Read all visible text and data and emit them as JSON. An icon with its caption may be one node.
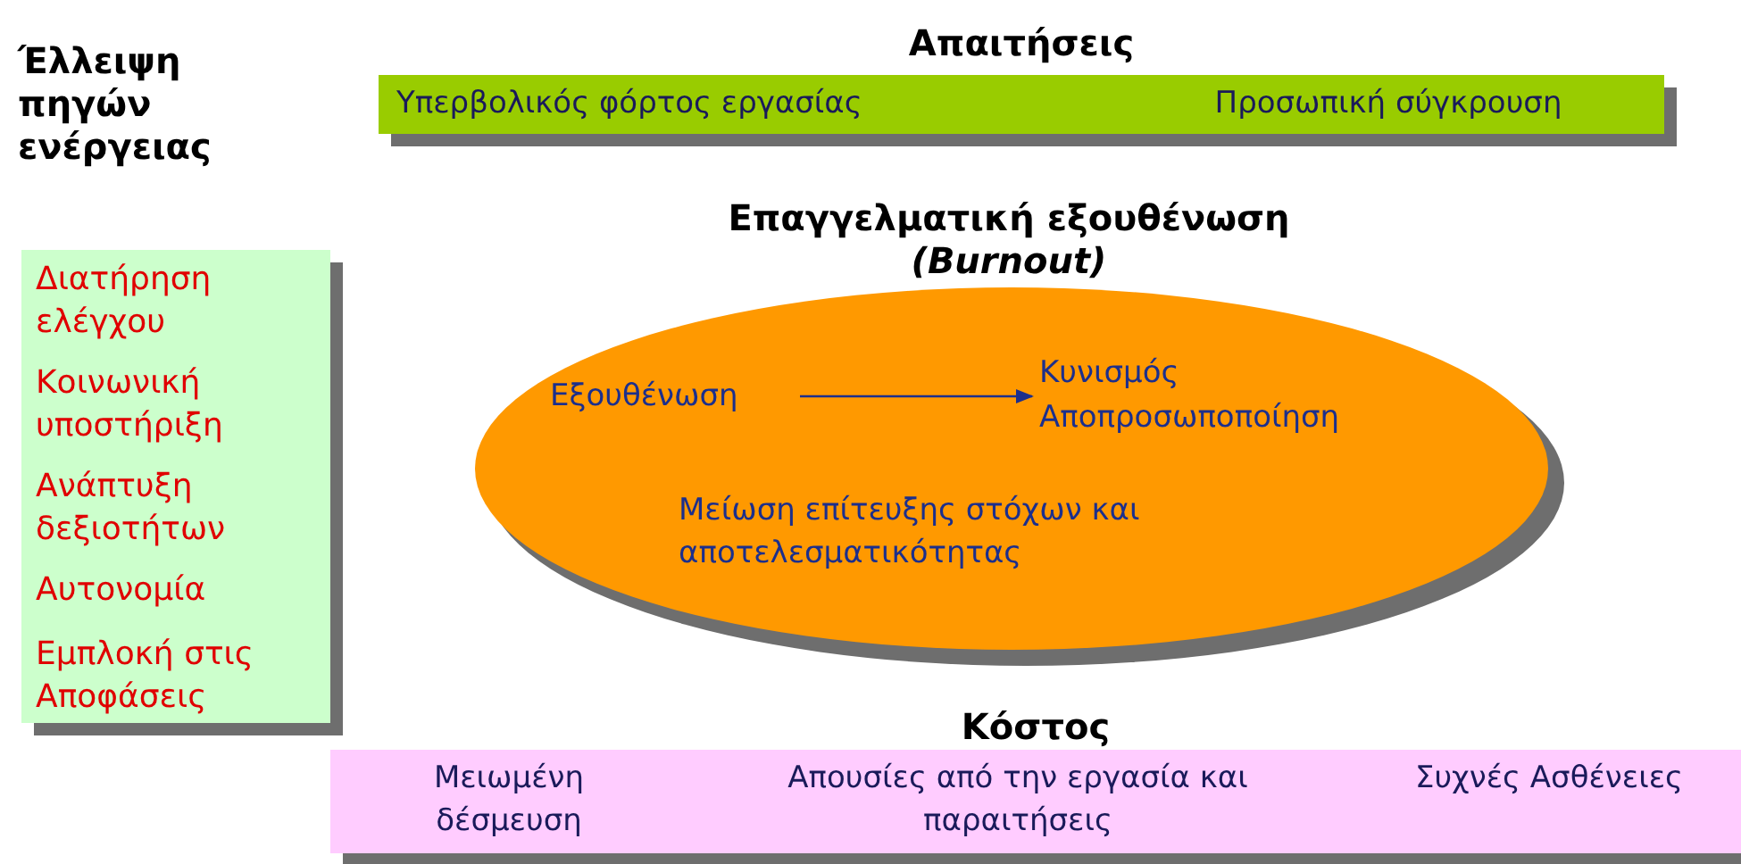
{
  "diagram": {
    "nodes": [
      {
        "text": [
          "Απαιτήσεις",
          "Υπερβολικός φόρτος εργασίας",
          "Προσωπική σύγκρουση"
        ]
      },
      {
        "text": [
          "Έλλειψη πηγών ενέργειας",
          "Διατήρηση ελέγχου",
          "Κοινωνική υποστήριξη",
          "Ανάπτυξη δεξιοτήτων",
          "Αυτονομία",
          "Εμπλοκή στις Αποφάσεις"
        ]
      },
      {
        "text": [
          "Επαγγελματική εξουθένωση",
          "(Burnout)"
        ]
      },
      {
        "text": [
          "Εξουθένωση"
        ],
        "in": 2
      },
      {
        "text": [
          "Κυνισμός",
          "Αποπροσωποποίηση"
        ],
        "in": 2
      },
      {
        "text": [
          "Μείωση επίτευξης στόχων και αποτελεσματικότητας"
        ],
        "in": 2
      },
      {
        "text": [
          "Κόστος",
          "Μειωμένη δέσμευση",
          "Απουσίες από την εργασία και παραιτήσεις",
          "Συχνές Ασθένειες"
        ]
      }
    ],
    "edges": [
      {
        "from": 3,
        "to": 4,
        "arrow": "to"
      }
    ]
  }
}
